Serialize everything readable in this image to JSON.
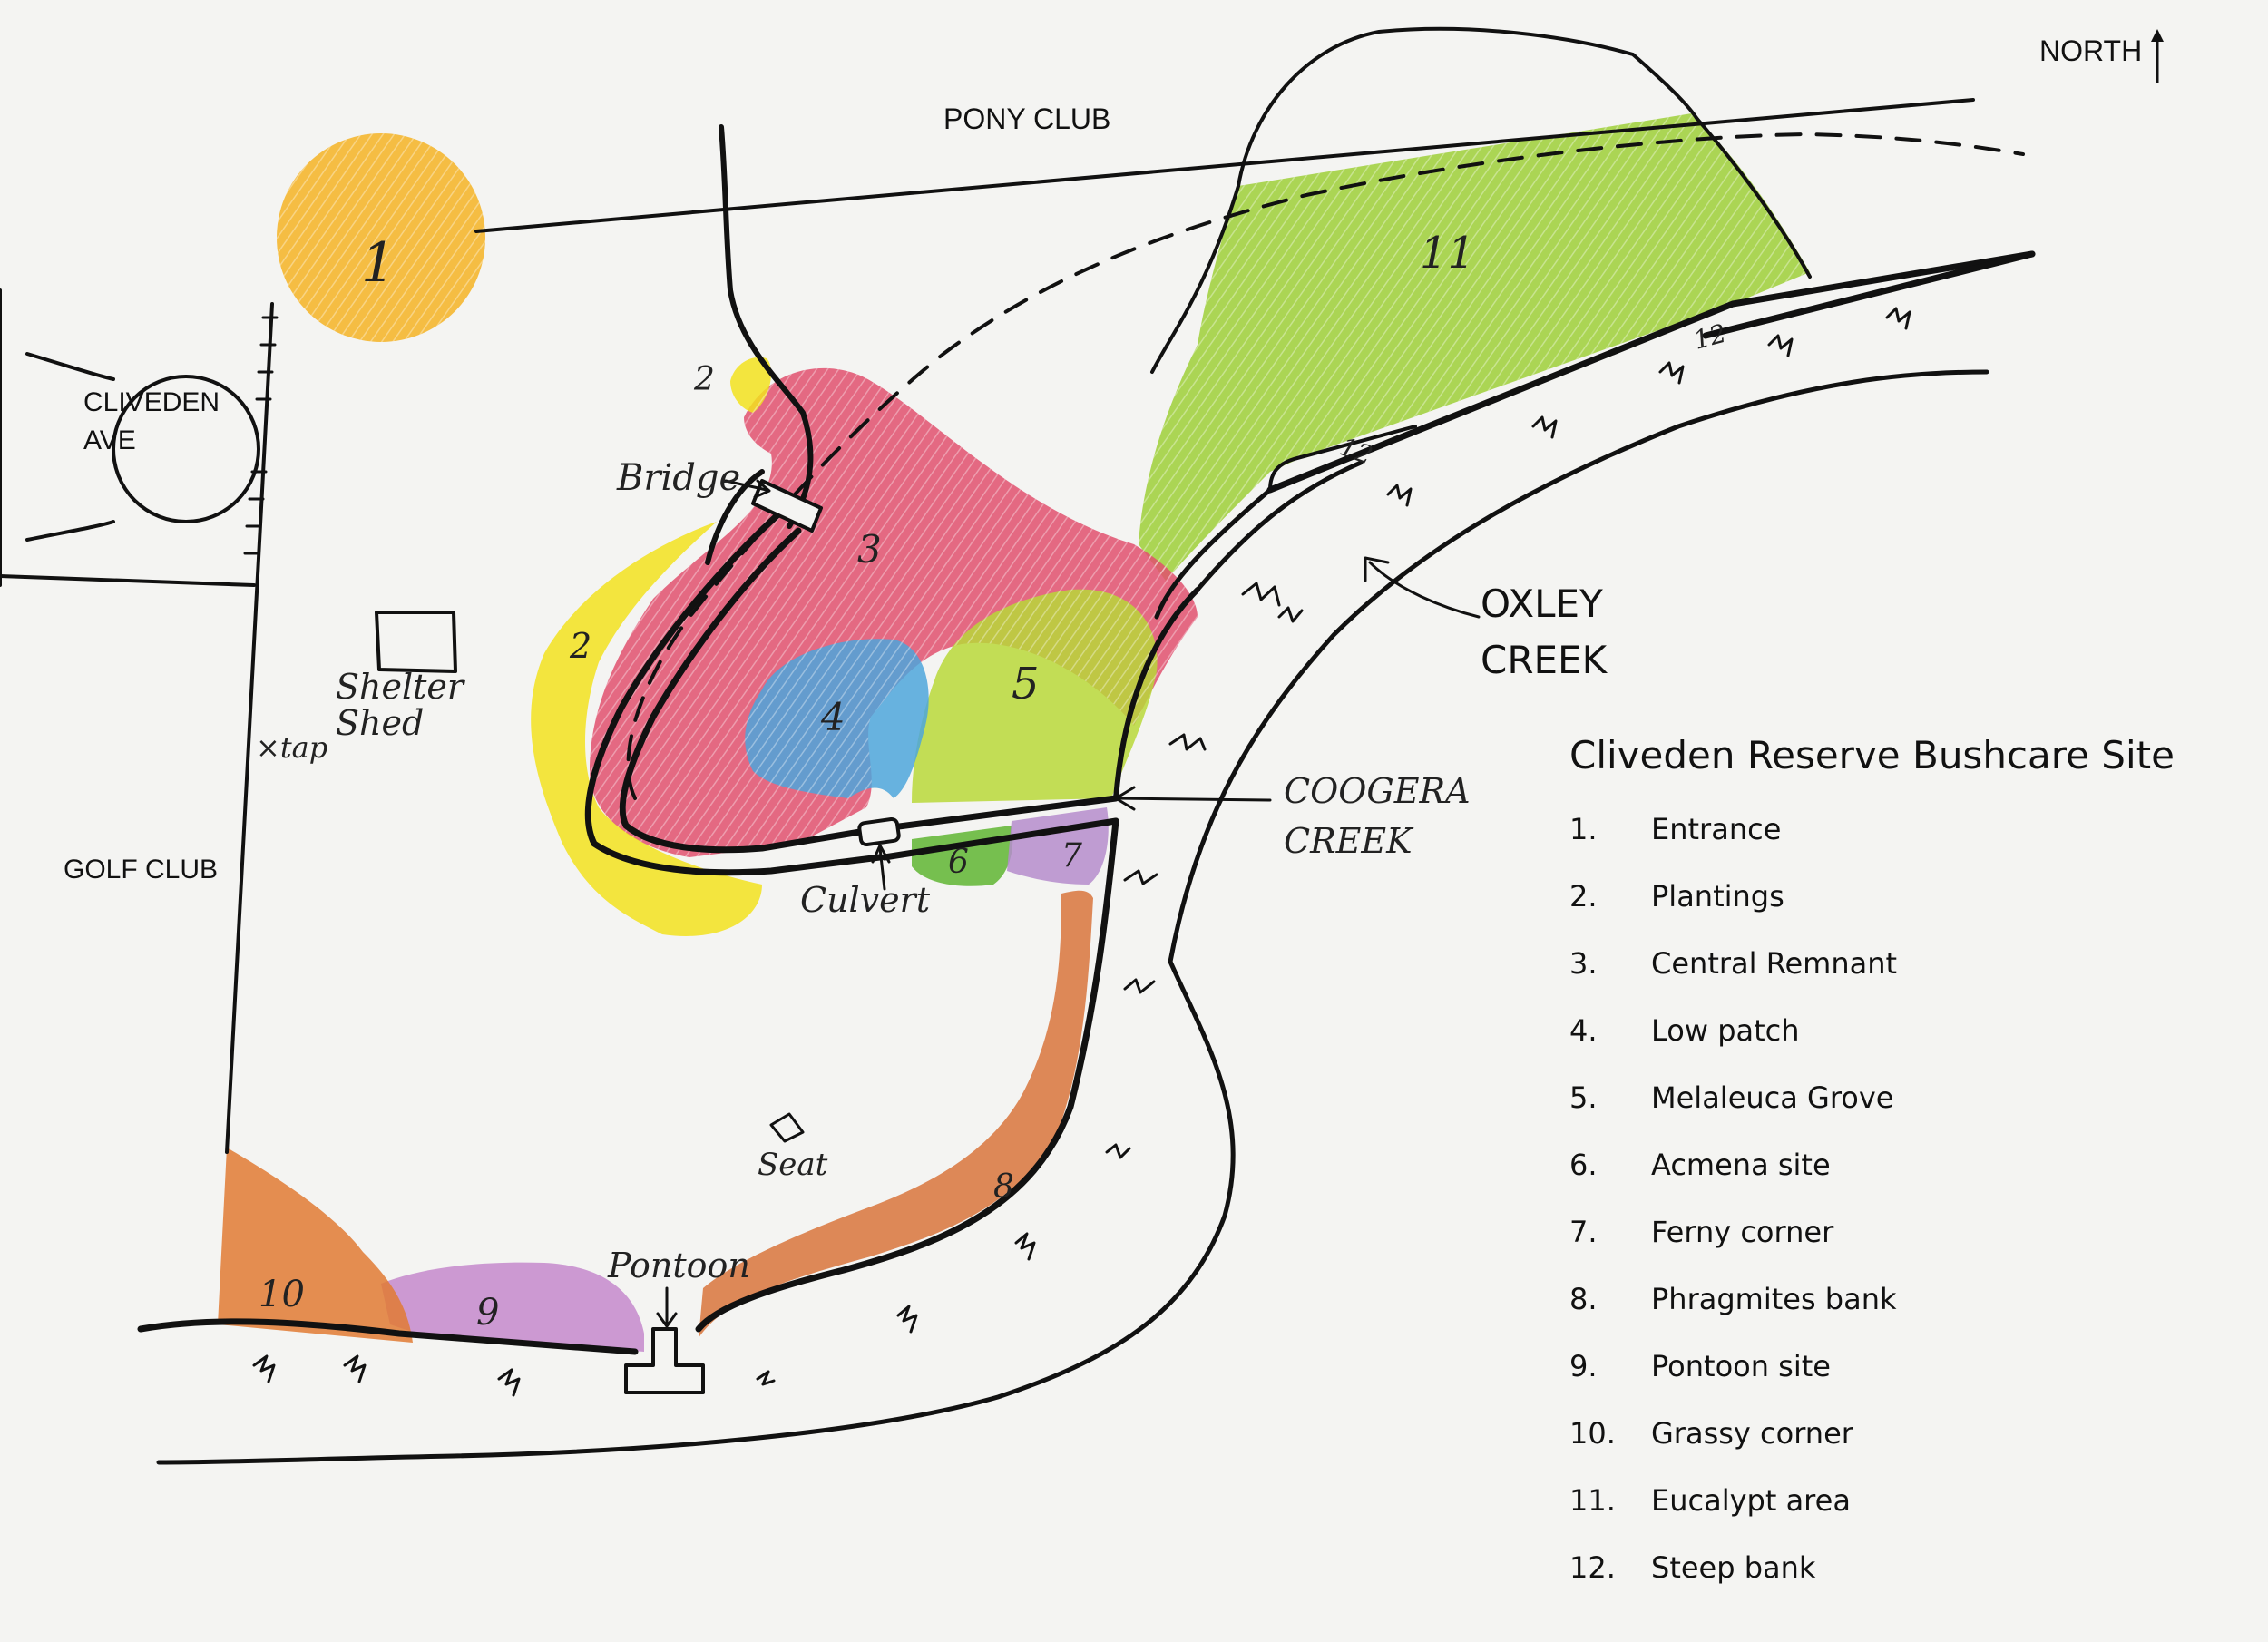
{
  "map": {
    "title": "Cliveden Reserve Bushcare Site",
    "north_label": "NORTH",
    "place_labels": {
      "pony_club": "PONY CLUB",
      "cliveden_ave_line1": "CLIVEDEN",
      "cliveden_ave_line2": "AVE",
      "golf_club": "GOLF CLUB",
      "oxley_creek_line1": "OXLEY",
      "oxley_creek_line2": "CREEK",
      "coogera_creek_line1": "COOGERA",
      "coogera_creek_line2": "CREEK"
    },
    "feature_labels": {
      "bridge": "Bridge",
      "shelter_line1": "Shelter",
      "shelter_line2": "Shed",
      "tap": "×tap",
      "culvert": "Culvert",
      "seat": "Seat",
      "pontoon": "Pontoon"
    },
    "zone_numbers": {
      "z1": "1",
      "z2a": "2",
      "z2b": "2",
      "z3": "3",
      "z4": "4",
      "z5": "5",
      "z6": "6",
      "z7": "7",
      "z8": "8",
      "z9": "9",
      "z10": "10",
      "z11": "11",
      "z12a": "12",
      "z12b": "12"
    },
    "zone_colors": {
      "entrance": "#f5b324",
      "plantings": "#f2e21f",
      "central_remnant": "#e0506e",
      "low_patch": "#4ea6dc",
      "melaleuca_grove": "#b9d83a",
      "acmena_site": "#5fb533",
      "ferny_corner": "#b58ccc",
      "phragmites_bank": "#d8743c",
      "pontoon_site": "#c488cc",
      "grassy_corner": "#e07a34",
      "eucalypt_area": "#9ecf38"
    },
    "legend": [
      {
        "num": "1.",
        "label": "Entrance"
      },
      {
        "num": "2.",
        "label": "Plantings"
      },
      {
        "num": "3.",
        "label": "Central Remnant"
      },
      {
        "num": "4.",
        "label": "Low patch"
      },
      {
        "num": "5.",
        "label": "Melaleuca Grove"
      },
      {
        "num": "6.",
        "label": "Acmena site"
      },
      {
        "num": "7.",
        "label": "Ferny corner"
      },
      {
        "num": "8.",
        "label": "Phragmites bank"
      },
      {
        "num": "9.",
        "label": "Pontoon site"
      },
      {
        "num": "10.",
        "label": "Grassy corner"
      },
      {
        "num": "11.",
        "label": "Eucalypt area"
      },
      {
        "num": "12.",
        "label": "Steep bank"
      }
    ]
  }
}
